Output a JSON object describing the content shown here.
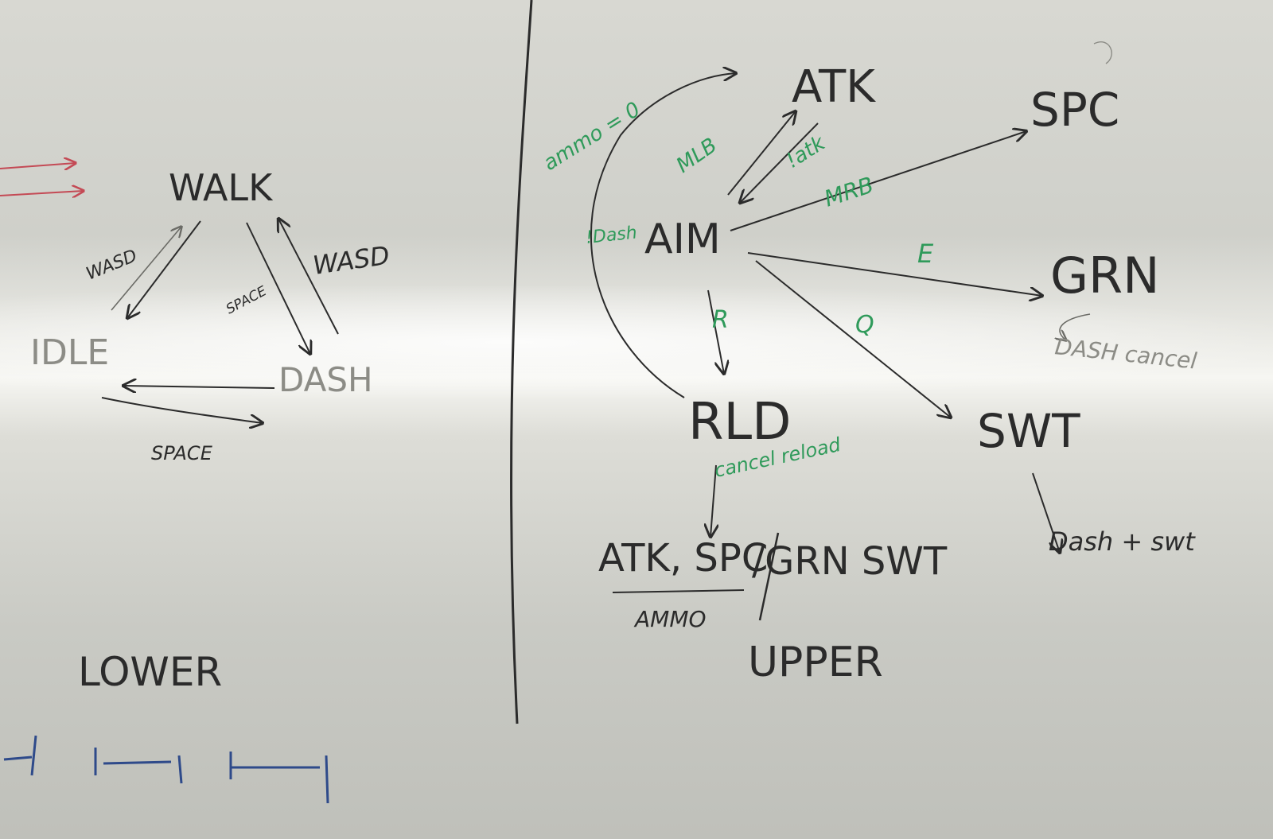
{
  "lower": {
    "title": "LOWER",
    "states": {
      "walk": "WALK",
      "idle": "IDLE",
      "dash": "DASH"
    },
    "edges": {
      "walk_idle": "WASD",
      "walk_dash": "SPACE",
      "dash_walk": "WASD",
      "idle_dash": "SPACE"
    },
    "layers_note": "-|, |-+, |-|"
  },
  "upper": {
    "title": "UPPER",
    "states": {
      "atk": "ATK",
      "spc": "SPC",
      "aim": "AIM",
      "grn": "GRN",
      "rld": "RLD",
      "swt": "SWT"
    },
    "edges": {
      "rld_aim": "ammo = 0",
      "aim_atk": "MLB",
      "atk_aim": "!atk",
      "aim_spc": "MRB",
      "aim_grn": "E",
      "aim_swt": "Q",
      "aim_rld": "R",
      "dash_loop": "!Dash",
      "grn_cancel": "DASH cancel",
      "rld_cancel": "cancel reload",
      "swt_exit": "Dash + swt"
    },
    "bottom_row": {
      "group1": "ATK, SPC",
      "group2": "/GRN SWT",
      "underline_label": "AMMO"
    }
  },
  "colors": {
    "board": "#d8d8d2",
    "black_ink": "#2b2b2b",
    "green_ink": "#2f9a5a",
    "red_ink": "#c44a55",
    "blue_ink": "#2e4a8a"
  }
}
